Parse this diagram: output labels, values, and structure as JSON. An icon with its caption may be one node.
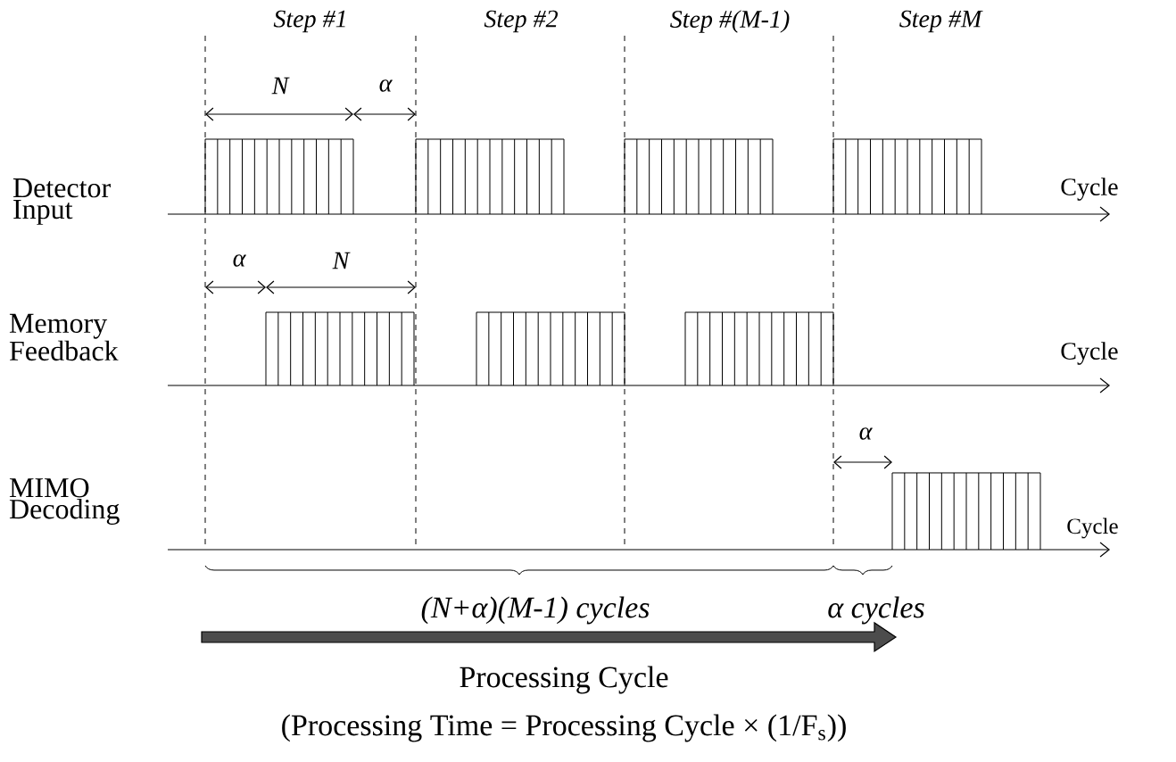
{
  "diagram": {
    "labels": [
      "Step #1",
      "Step #2",
      "Step #(M-1)",
      "Step #M",
      "N",
      "α",
      "Detector Input",
      "Cycle",
      "α",
      "N",
      "Memory Feedback",
      "Cycle",
      "α",
      "MIMO Decoding",
      "Cycle",
      "(N+α)(M-1) cycles",
      "α cycles",
      "Processing Cycle",
      "(Processing Time = Processing Cycle × (1/F$_{s}$))"
    ]
  }
}
